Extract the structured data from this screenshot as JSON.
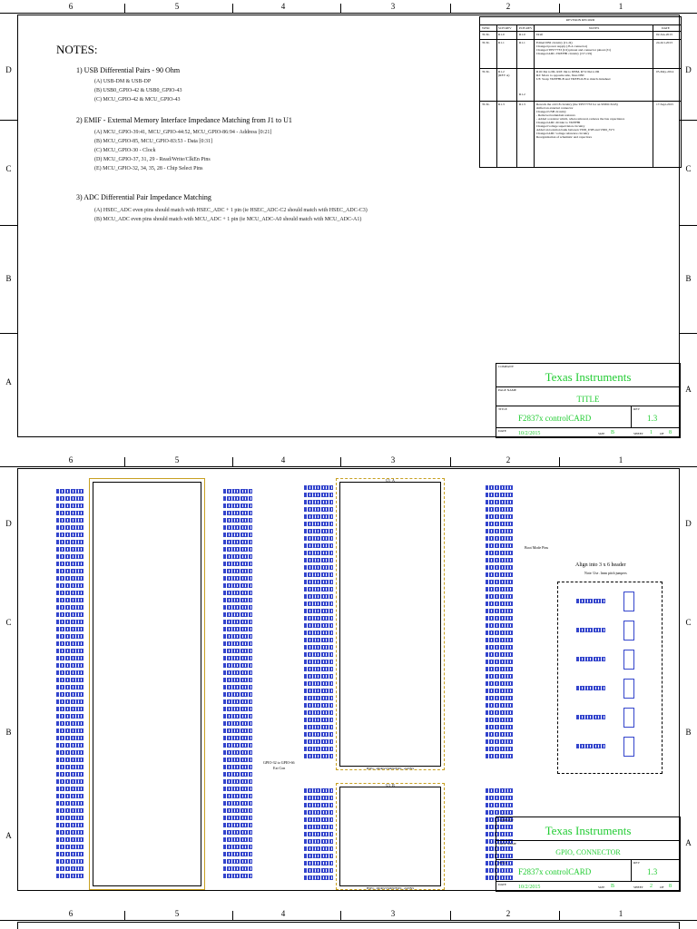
{
  "border": {
    "columns": [
      "6",
      "5",
      "4",
      "3",
      "2",
      "1"
    ],
    "rows": [
      "D",
      "C",
      "B",
      "A"
    ]
  },
  "page1": {
    "notes_title": "NOTES:",
    "notes": [
      {
        "heading": "1) USB Differential Pairs - 90 Ohm",
        "items": [
          "(A) USB-DM & USB-DP",
          "(B) USB0_GPIO-42 & USB0_GPIO-43",
          "(C) MCU_GPIO-42 & MCU_GPIO-43"
        ]
      },
      {
        "heading": "2) EMIF - External Memory Interface Impedance Matching from J1 to U1",
        "items": [
          "(A) MCU_GPIO-39:41, MCU_GPIO-44:52, MCU_GPIO-86:94 - Address [0:21]",
          "(B) MCU_GPIO-85, MCU_GPIO-83:53 - Data [0:31]",
          "(C) MCU_GPIO-30 - Clock",
          "(D) MCU_GPIO-37, 31, 29 - Read/Write/ClkEn Pins",
          "(E) MCU_GPIO-32, 34, 35, 28 - Chip Select Pins"
        ]
      },
      {
        "heading": "3) ADC Differential Pair Impedance Matching",
        "items": [
          "(A) HSEC_ADC even pins should match with HSEC_ADC + 1 pin (ie HSEC_ADC-C2 should match with HSEC_ADC-C3)",
          "(B) MCU_ADC even pins should match with MCU_ADC + 1 pin (ie MCU_ADC-A0 should match with MCU_ADC-A1)"
        ]
      }
    ],
    "revision": {
      "title": "REVISION RECORD",
      "headers": [
        "WHO",
        "SCH REV",
        "PCB REV",
        "NOTES",
        "DATE"
      ],
      "rows": [
        {
          "who": "TI-SL",
          "sch": "R1.0",
          "pcb": "R1.0",
          "notes": "Draft",
          "date": "02-Jun-2013"
        },
        {
          "who": "TI-SL",
          "sch": "R1.1",
          "pcb": "R1.1",
          "notes": "Edited DNI circuitry (J1-J4)\nChanged power supply (J3-4 connector)\nChanged TPS77733 (U2) pinout and connector pinout (J1)\nChanged ADC-VREFHI circuitry (J17-J19)",
          "date": "24-Oct-2013"
        },
        {
          "who": "TI-SL",
          "sch": "R1.2\n(REV A)",
          "pcb": "R1.2",
          "notes": "R16: 0Ω to 0R, R18: 0Ω to DNM, R74: 0Ω to 0R\nR2: Move to opposite side, fixes DNI\nU3: Swap VREFHI-B and VREFLO-B to match datasheet",
          "date": "05-May-2014"
        },
        {
          "who": "TI-SL",
          "sch": "R1.3",
          "pcb": "R1.3",
          "notes": "Rework the old C8 circuitry (the TPS77733 for an SN65C3243)\nshifted an external connector\nChanged USB circuitry\n- Removed redundant resistors\n- Added a resistor which, when removed, reduces the bus capacitance\nChanged ADC divider to VREFHI\nChanged voltage supervision circuitry\nAdded an isolation bank between VDD_USB and VDD_3V3\nChanged ADC voltage reference circuitry\nReorganization of schematic and capacitors",
          "date": "17-Sept-2015"
        }
      ]
    },
    "title_block": {
      "company_label": "COMPANY",
      "company": "Texas Instruments",
      "page_name_label": "PAGE NAME",
      "page_name": "TITLE",
      "title_label": "TITLE",
      "title": "F2837x controlCARD",
      "rev_label": "REV",
      "rev": "1.3",
      "date_label": "DATE",
      "date": "10/2/2015",
      "size_label": "SIZE",
      "size": "B",
      "sheet_label": "SHEET",
      "sheet": "1",
      "of_label": "OF",
      "of": "8"
    }
  },
  "page2": {
    "u1a_label": "U1_A",
    "u1b_label": "U1_B",
    "part_label_a": "HSEC_DDR3/TMDSHSEC_2xPINS",
    "part_label_b": "HSEC_DDR3/TMDSHSEC_2xPINS",
    "mux_label": "Boot Mode Pins",
    "header_title": "Align into 3 x 6 header",
    "header_note": "Note: Use .1mm pitch jumpers",
    "gpio_note": "GPIO-32 to GPIO-66",
    "gpio_note2": "Ext Con",
    "title_block": {
      "company_label": "COMPANY",
      "company": "Texas Instruments",
      "page_name_label": "PAGE NAME",
      "page_name": "GPIO, CONNECTOR",
      "title_label": "TITLE",
      "title": "F2837x controlCARD",
      "rev_label": "REV",
      "rev": "1.3",
      "date_label": "DATE",
      "date": "10/2/2015",
      "size_label": "SIZE",
      "size": "B",
      "sheet_label": "SHEET",
      "sheet": "2",
      "of_label": "OF",
      "of": "8"
    }
  },
  "colors": {
    "green": "#22cc33",
    "red": "#d92222",
    "blue": "#3344cc",
    "gold": "#c8a020"
  }
}
